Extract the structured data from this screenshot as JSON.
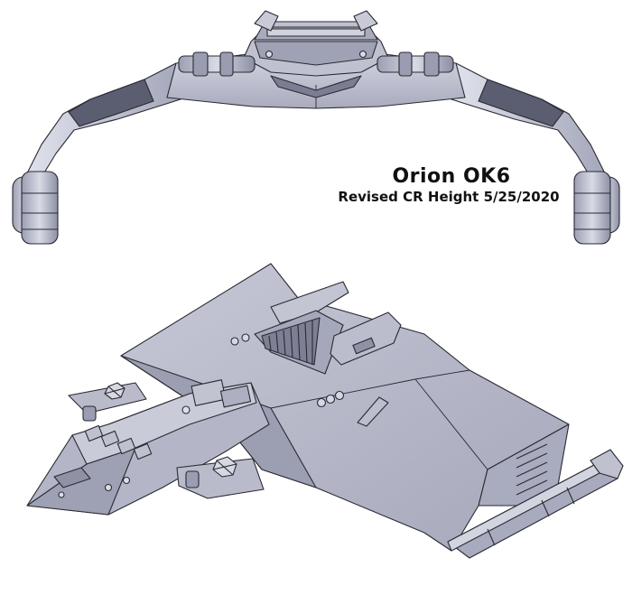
{
  "caption": {
    "title": "Orion OK6",
    "subtitle": "Revised CR Height 5/25/2020"
  },
  "views": [
    {
      "id": "front-view"
    },
    {
      "id": "perspective-view"
    }
  ],
  "colors": {
    "hull": "#b6b8c9",
    "hull_light": "#d3d5e2",
    "hull_dark": "#8e91a6",
    "panel_dark": "#55576a",
    "outline": "#2a2a33",
    "background": "#ffffff"
  }
}
